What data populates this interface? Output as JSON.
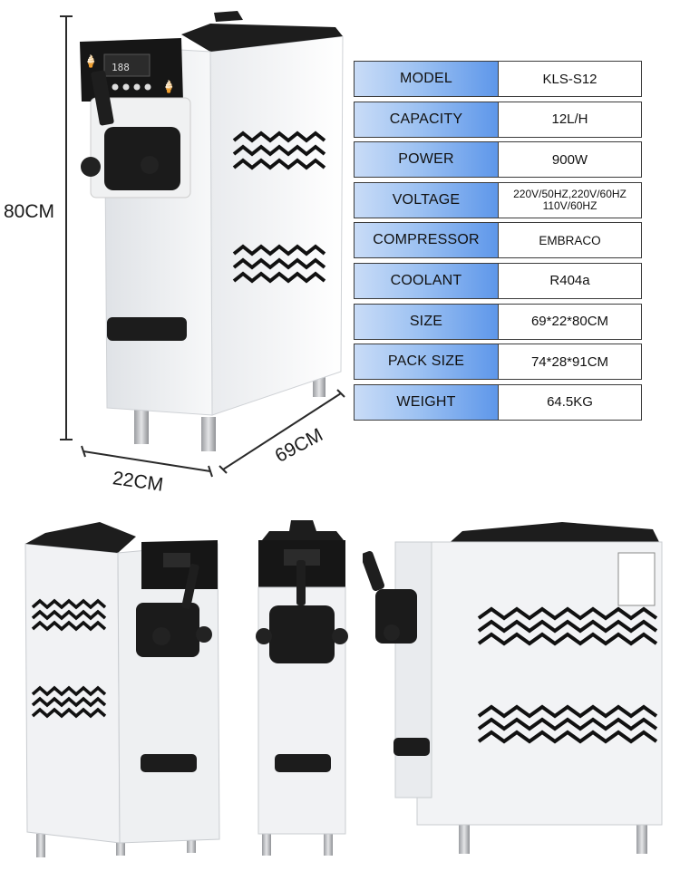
{
  "dimensions": {
    "height": "80CM",
    "width": "22CM",
    "depth": "69CM"
  },
  "specs": [
    {
      "label": "MODEL",
      "value": "KLS-S12"
    },
    {
      "label": "CAPACITY",
      "value": "12L/H"
    },
    {
      "label": "POWER",
      "value": "900W"
    },
    {
      "label": "VOLTAGE",
      "value": "220V/50HZ,220V/60HZ\n110V/60HZ"
    },
    {
      "label": "COMPRESSOR",
      "value": "EMBRACO"
    },
    {
      "label": "COOLANT",
      "value": "R404a"
    },
    {
      "label": "SIZE",
      "value": "69*22*80CM"
    },
    {
      "label": "PACK SIZE",
      "value": "74*28*91CM"
    },
    {
      "label": "WEIGHT",
      "value": "64.5KG"
    }
  ],
  "display": {
    "readout": "188"
  },
  "colors": {
    "label_gradient_start": "#c9dcf7",
    "label_gradient_end": "#5e97ea",
    "machine_body": "#f4f5f6",
    "machine_panel": "#1f1f1f"
  }
}
